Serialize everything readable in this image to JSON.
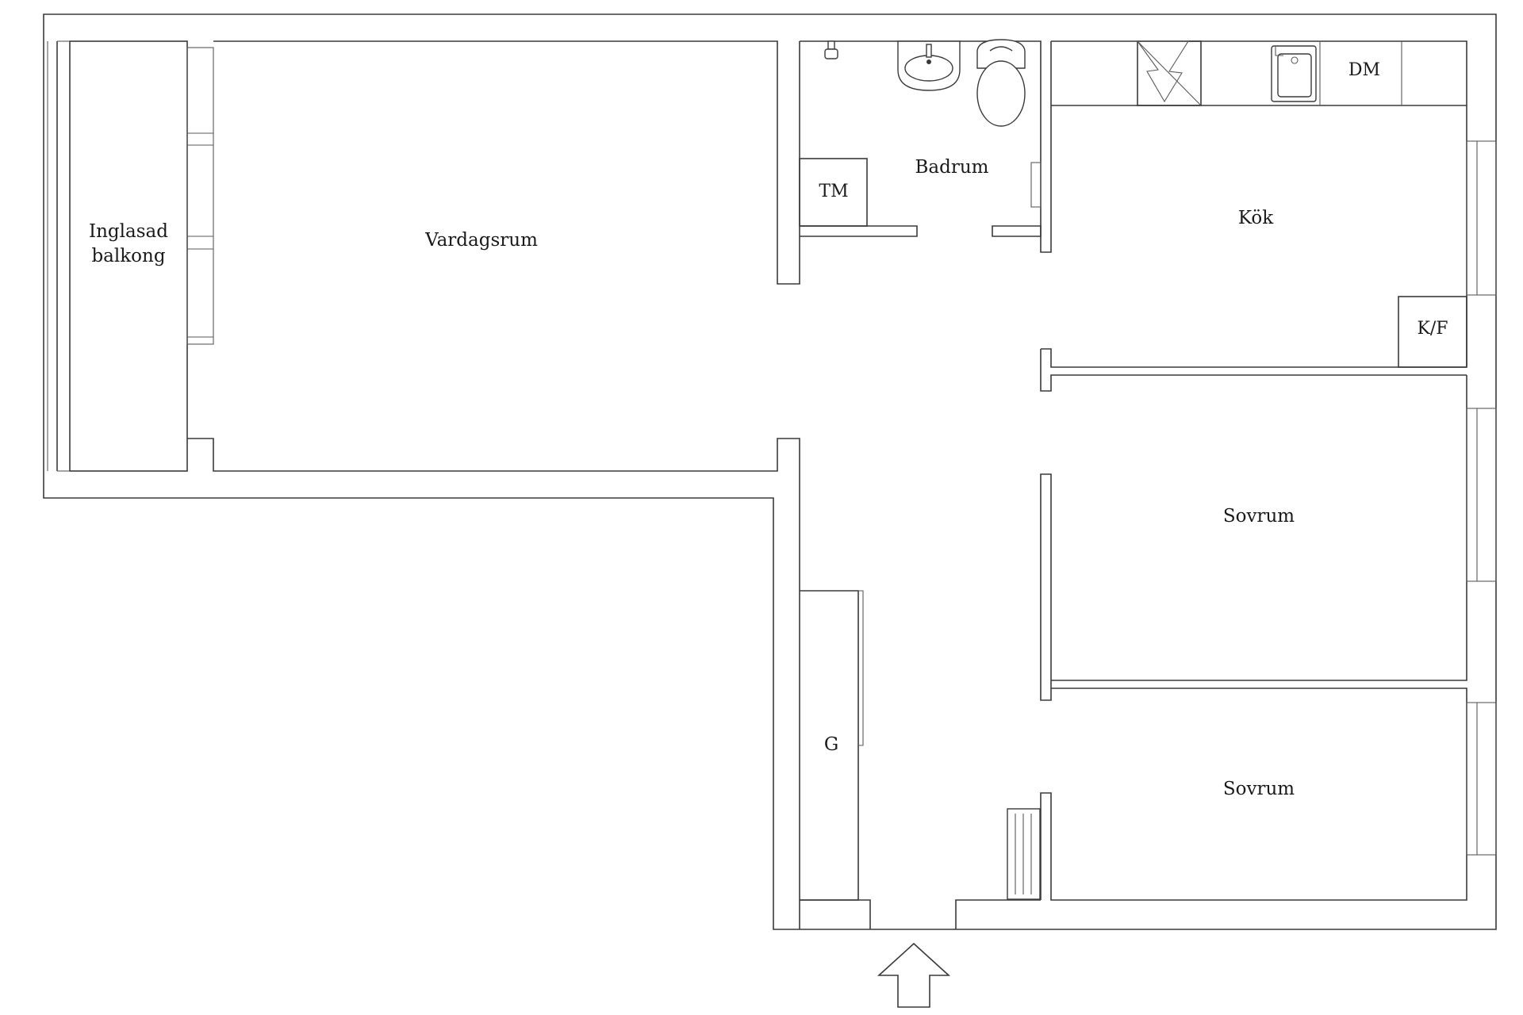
{
  "plan": {
    "rooms": {
      "balcony_line1": "Inglasad",
      "balcony_line2": "balkong",
      "living": "Vardagsrum",
      "bathroom": "Badrum",
      "kitchen": "Kök",
      "bedroom_upper": "Sovrum",
      "bedroom_lower": "Sovrum",
      "wardrobe": "G"
    },
    "appliances": {
      "washer": "TM",
      "dishwasher": "DM",
      "fridge_freezer": "K/F"
    }
  }
}
